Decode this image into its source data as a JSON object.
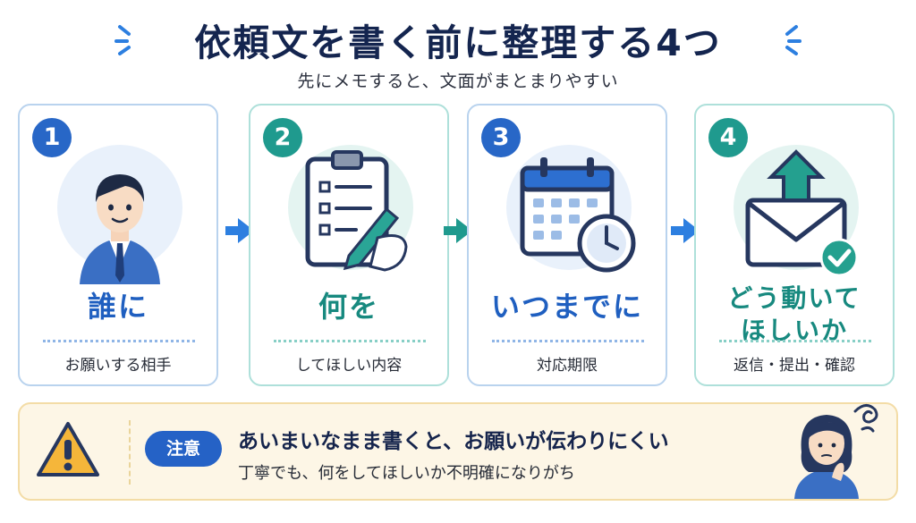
{
  "header": {
    "title": "依頼文を書く前に整理する4つ",
    "subtitle": "先にメモすると、文面がまとまりやすい"
  },
  "steps": [
    {
      "number": "1",
      "heading": "誰に",
      "description": "お願いする相手",
      "icon": "businessman-icon",
      "accent": "#2867c7"
    },
    {
      "number": "2",
      "heading": "何を",
      "description": "してほしい内容",
      "icon": "clipboard-checklist-icon",
      "accent": "#1f9a8e"
    },
    {
      "number": "3",
      "heading": "いつまでに",
      "description": "対応期限",
      "icon": "calendar-clock-icon",
      "accent": "#2867c7"
    },
    {
      "number": "4",
      "heading_line1": "どう動いて",
      "heading_line2": "ほしいか",
      "description": "返信・提出・確認",
      "icon": "envelope-check-icon",
      "accent": "#1f9a8e"
    }
  ],
  "notice": {
    "badge": "注意",
    "main": "あいまいなまま書くと、お願いが伝わりにくい",
    "sub": "丁寧でも、何をしてほしいか不明確になりがち",
    "icons": [
      "warning-icon",
      "confused-woman-icon"
    ]
  },
  "colors": {
    "navy": "#14254f",
    "blue": "#2867c7",
    "teal": "#1f9a8e",
    "notice_bg": "#fdf6e6",
    "warning": "#f5b63a"
  }
}
